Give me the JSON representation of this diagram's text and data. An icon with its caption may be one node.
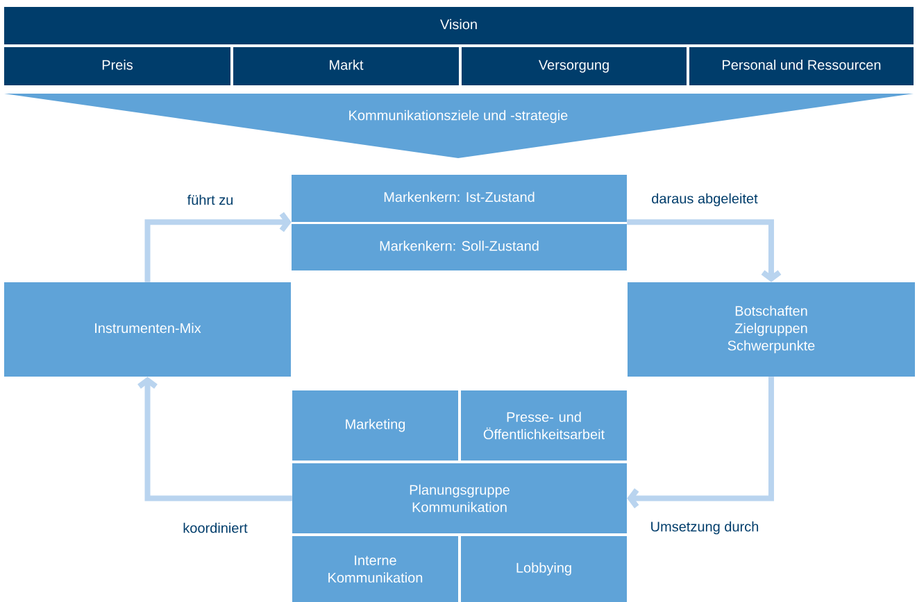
{
  "diagram": {
    "nodes": [
      {
        "text": [
          "Vision"
        ]
      },
      {
        "text": [
          "Preis"
        ]
      },
      {
        "text": [
          "Markt"
        ]
      },
      {
        "text": [
          "Versorgung"
        ]
      },
      {
        "text": [
          "Personal und Ressourcen"
        ]
      },
      {
        "text": [
          "Kommunikationsziele und -strategie"
        ]
      },
      {
        "text": [
          "Markenkern: Ist-Zustand"
        ]
      },
      {
        "text": [
          "Markenkern: Soll-Zustand"
        ]
      },
      {
        "text": [
          "Botschaften Zielgruppen Schwerpunkte"
        ]
      },
      {
        "text": [
          "Instrumenten-Mix"
        ]
      },
      {
        "text": [
          "Marketing"
        ]
      },
      {
        "text": [
          "Presse- und Öffentlichkeitsarbeit"
        ]
      },
      {
        "text": [
          "Planungsgruppe Kommunikation"
        ]
      },
      {
        "text": [
          "Interne Kommunikation"
        ]
      },
      {
        "text": [
          "Lobbying"
        ]
      }
    ],
    "edges": [
      {
        "from": 9,
        "to": 6,
        "arrow": "to",
        "label": "führt zu"
      },
      {
        "from": 6,
        "to": 8,
        "arrow": "to",
        "label": "daraus abgeleitet"
      },
      {
        "from": 8,
        "to": 12,
        "arrow": "to",
        "label": "Umsetzung durch"
      },
      {
        "from": 12,
        "to": 9,
        "arrow": "to",
        "label": "koordiniert"
      }
    ]
  }
}
